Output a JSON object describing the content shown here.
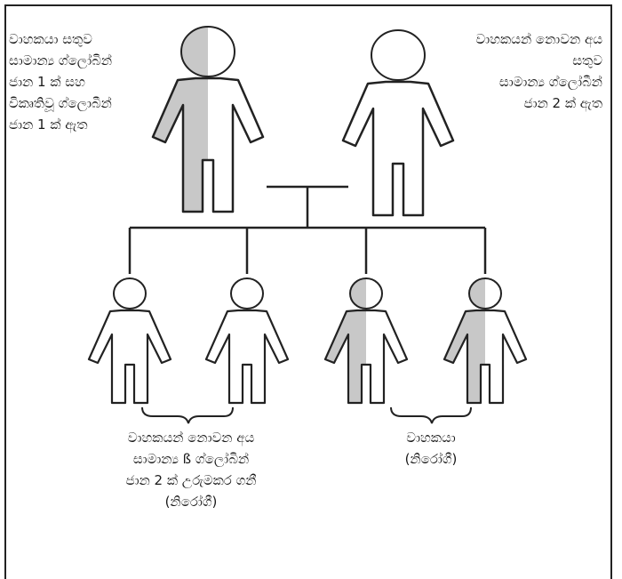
{
  "labels": {
    "top_left": [
      "වාහකයා සතුව",
      "සාමාන්‍ය ග්ලෝබින්",
      "ජාන 1 ක් සහ",
      "විකෘතිවූ ග්ලොබීන්",
      "ජාන 1 ක් ඇත"
    ],
    "top_right": [
      "වාහකයන් නොවන අය",
      "සතුව",
      "සාමාන්‍ය ග්ලෝබීන්",
      "ජාන 2 ක් ඇත"
    ],
    "bottom_left": [
      "වාහකයන් නොවන අය",
      "සාමාන්‍ය ß ග්ලෝබින්",
      "ජාන 2 ක් උරුමකර ගනී",
      "(නිරෝගී)"
    ],
    "bottom_right": [
      "වාහකයා",
      "(නිරෝගී)"
    ]
  },
  "colors": {
    "carrier_fill": "#c8c8c8",
    "normal_fill": "#ffffff",
    "stroke": "#222222"
  },
  "figures": {
    "parents": [
      "carrier",
      "non-carrier"
    ],
    "children": [
      "non-carrier",
      "non-carrier",
      "carrier",
      "carrier"
    ]
  }
}
